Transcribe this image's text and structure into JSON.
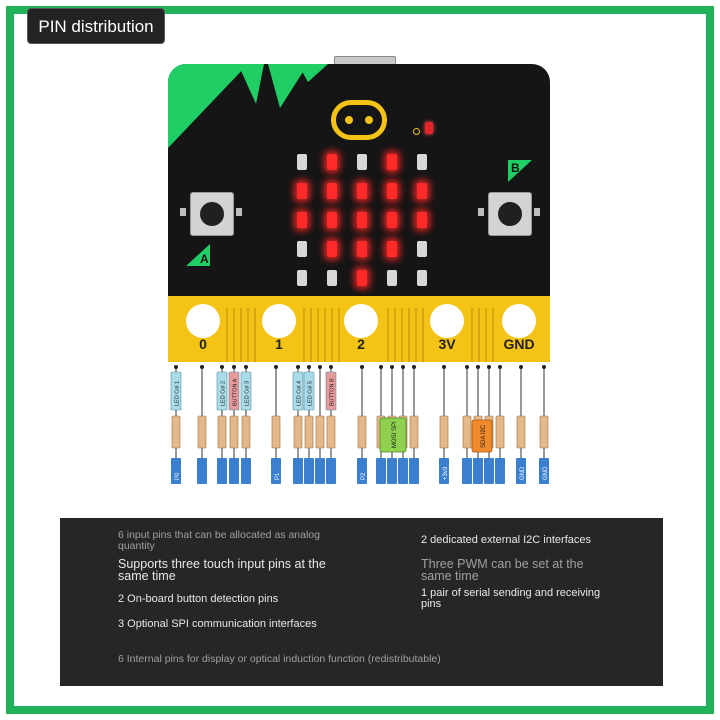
{
  "title": "PIN distribution",
  "colors": {
    "frame": "#22b35a",
    "board": "#151515",
    "board_accent": "#1fce64",
    "edge_connector": "#f3c316",
    "led_on": "#ff2a2a",
    "led_off": "#d8d8d8",
    "panel": "#262626"
  },
  "board": {
    "buttons": [
      {
        "id": "a",
        "label": "A"
      },
      {
        "id": "b",
        "label": "B"
      }
    ],
    "edge_pads": [
      "0",
      "1",
      "2",
      "3V",
      "GND"
    ],
    "led_matrix": {
      "rows": 5,
      "cols": 5,
      "lit": [
        [
          0,
          1,
          0,
          1,
          0
        ],
        [
          1,
          1,
          1,
          1,
          1
        ],
        [
          1,
          1,
          1,
          1,
          1
        ],
        [
          0,
          1,
          1,
          1,
          0
        ],
        [
          0,
          0,
          1,
          0,
          0
        ]
      ]
    },
    "icons": [
      "microbit-logo-icon",
      "microphone-icon",
      "microphone-led-icon"
    ]
  },
  "pinout": {
    "function_tags": [
      {
        "text": "LED Col 1"
      },
      {
        "text": "LED Col 2"
      },
      {
        "text": "BUTTON A"
      },
      {
        "text": "LED Col 3"
      },
      {
        "text": "LED Col 4"
      },
      {
        "text": "LED Col 5"
      },
      {
        "text": "BUTTON B"
      },
      {
        "text": "MOSI SPI"
      },
      {
        "text": "SDA I2C"
      }
    ],
    "pins": [
      "P0",
      "P1",
      "P2",
      "+3v3",
      "GND"
    ]
  },
  "info": {
    "analog": "6 input pins that can be allocated as analog quantity",
    "touch": "Supports three touch input pins at the same time",
    "buttons": "2 On-board button detection pins",
    "spi": "3 Optional SPI communication interfaces",
    "internal": "6 Internal pins for display or optical induction function (redistributable)",
    "i2c": "2 dedicated external I2C interfaces",
    "pwm": "Three PWM can be set at the same time",
    "serial": "1 pair of serial sending and receiving pins"
  }
}
